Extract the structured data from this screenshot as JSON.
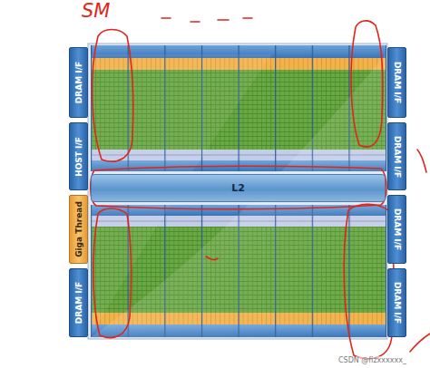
{
  "diagram": {
    "nodes": [
      {
        "text": [
          "DRAM I/F"
        ]
      },
      {
        "text": [
          "HOST I/F"
        ]
      },
      {
        "text": [
          "Giga Thread"
        ]
      },
      {
        "text": [
          "DRAM I/F"
        ]
      },
      {
        "text": [
          "L2"
        ]
      },
      {
        "text": [
          "DRAM I/F"
        ]
      },
      {
        "text": [
          "DRAM I/F"
        ]
      },
      {
        "text": [
          "DRAM I/F"
        ]
      },
      {
        "text": [
          "DRAM I/F"
        ]
      }
    ],
    "labels": [
      "SM",
      "CSDN @fizxxxxxx_"
    ]
  }
}
